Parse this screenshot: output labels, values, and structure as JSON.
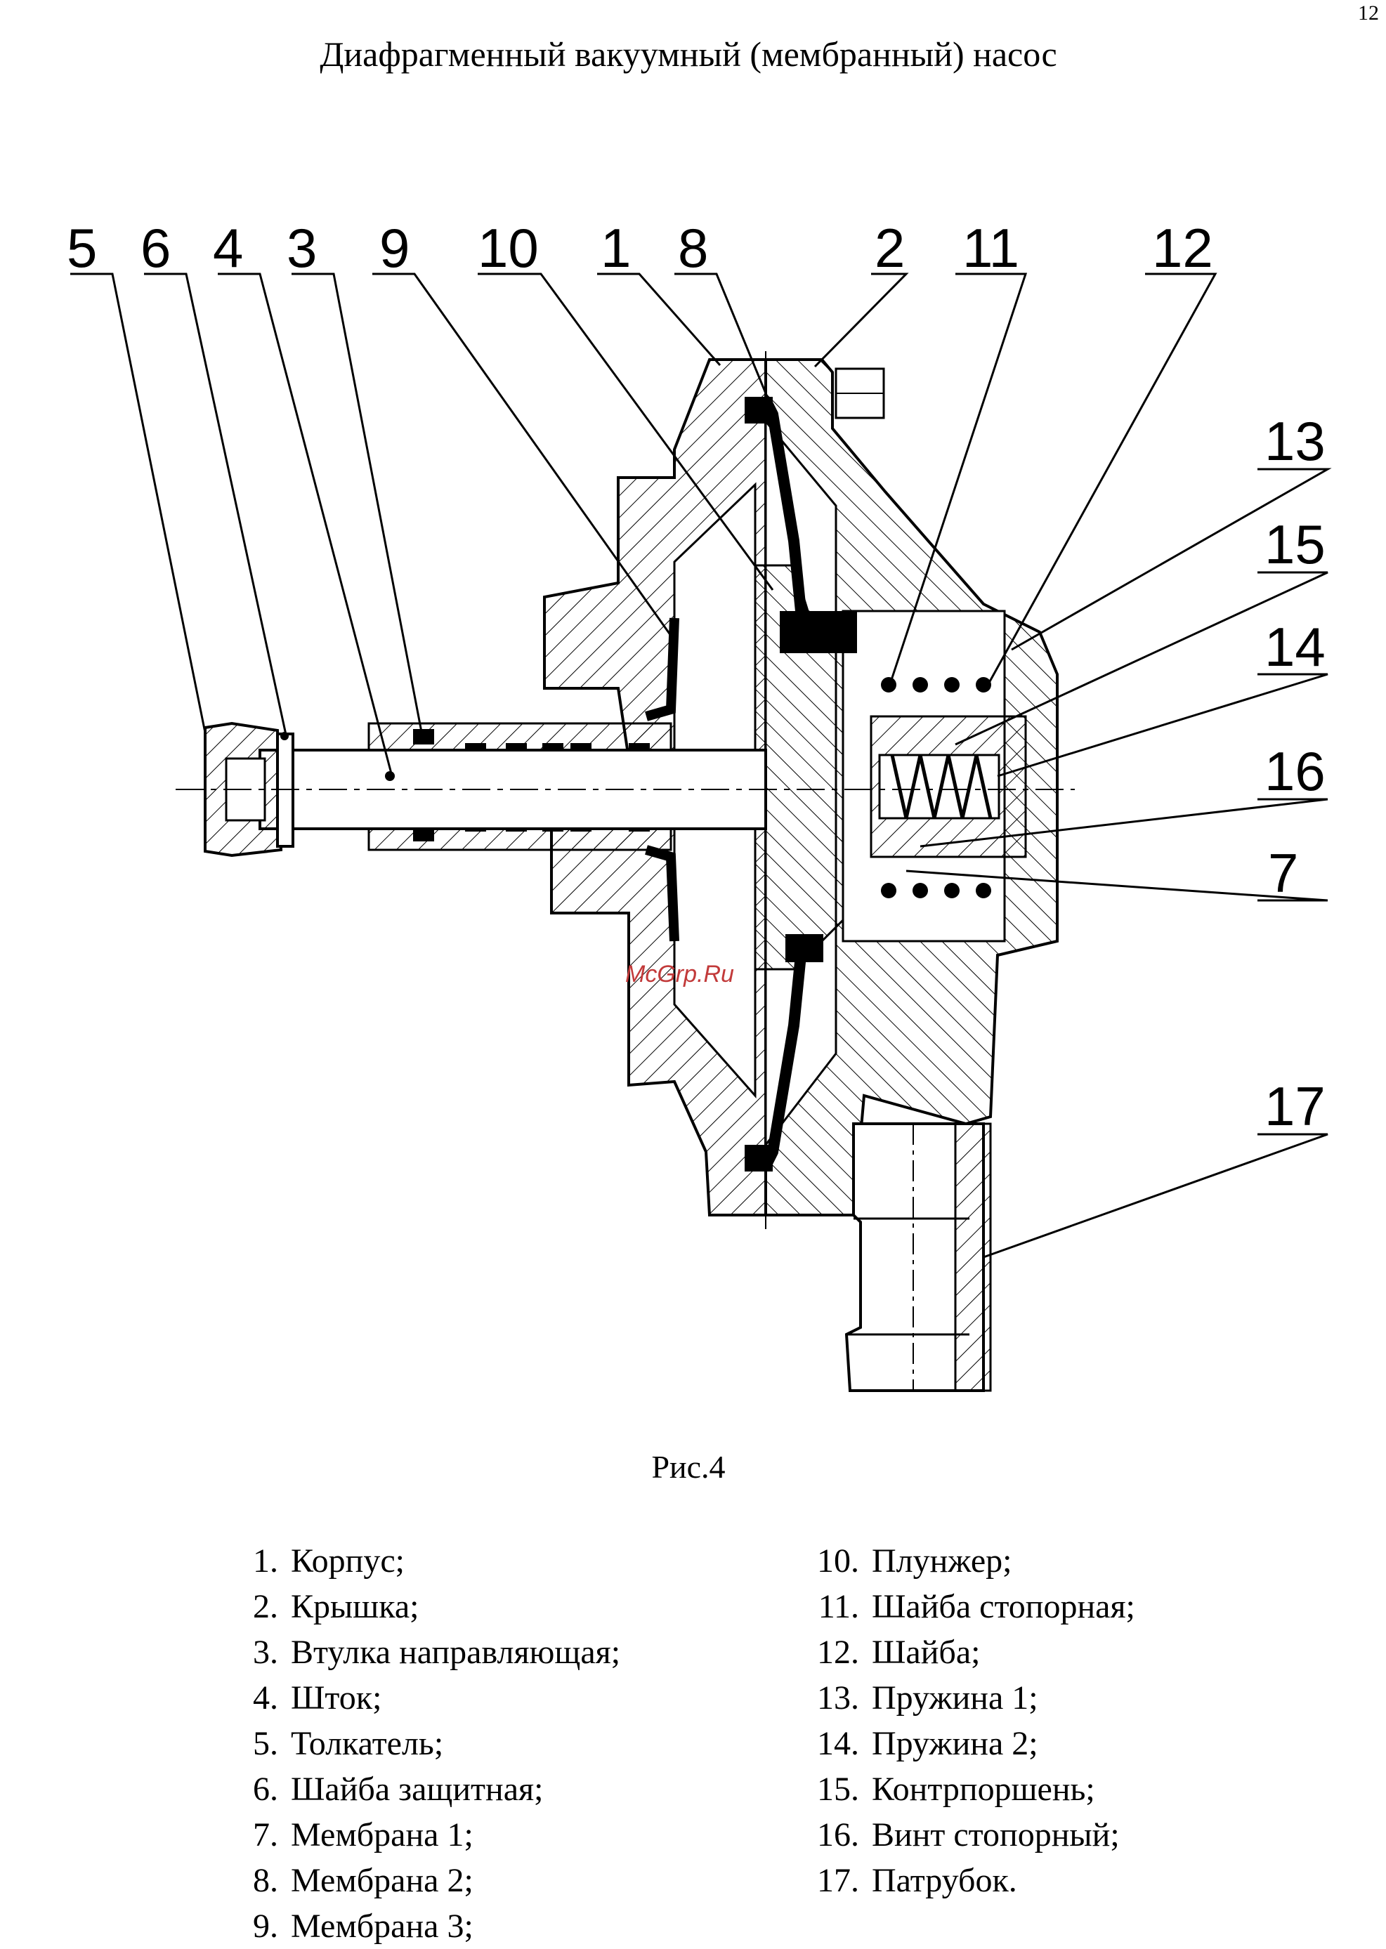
{
  "page_number": "12",
  "title": "Диафрагменный вакуумный (мембранный) насос",
  "figure_caption": "Рис.4",
  "watermark": "McGrp.Ru",
  "callouts": [
    "5",
    "6",
    "4",
    "3",
    "9",
    "10",
    "1",
    "8",
    "2",
    "11",
    "12",
    "13",
    "15",
    "14",
    "16",
    "7",
    "17"
  ],
  "legend": {
    "left": [
      {
        "num": "1.",
        "text": "Корпус;"
      },
      {
        "num": "2.",
        "text": "Крышка;"
      },
      {
        "num": "3.",
        "text": "Втулка направляющая;"
      },
      {
        "num": "4.",
        "text": "Шток;"
      },
      {
        "num": "5.",
        "text": "Толкатель;"
      },
      {
        "num": "6.",
        "text": "Шайба защитная;"
      },
      {
        "num": "7.",
        "text": "Мембрана 1;"
      },
      {
        "num": "8.",
        "text": "Мембрана 2;"
      },
      {
        "num": "9.",
        "text": "Мембрана 3;"
      }
    ],
    "right": [
      {
        "num": "10.",
        "text": "Плунжер;"
      },
      {
        "num": "11.",
        "text": "Шайба стопорная;"
      },
      {
        "num": "12.",
        "text": "Шайба;"
      },
      {
        "num": "13.",
        "text": "Пружина 1;"
      },
      {
        "num": "14.",
        "text": "Пружина 2;"
      },
      {
        "num": "15.",
        "text": "Контрпоршень;"
      },
      {
        "num": "16.",
        "text": "Винт стопорный;"
      },
      {
        "num": "17.",
        "text": "Патрубок."
      }
    ]
  }
}
